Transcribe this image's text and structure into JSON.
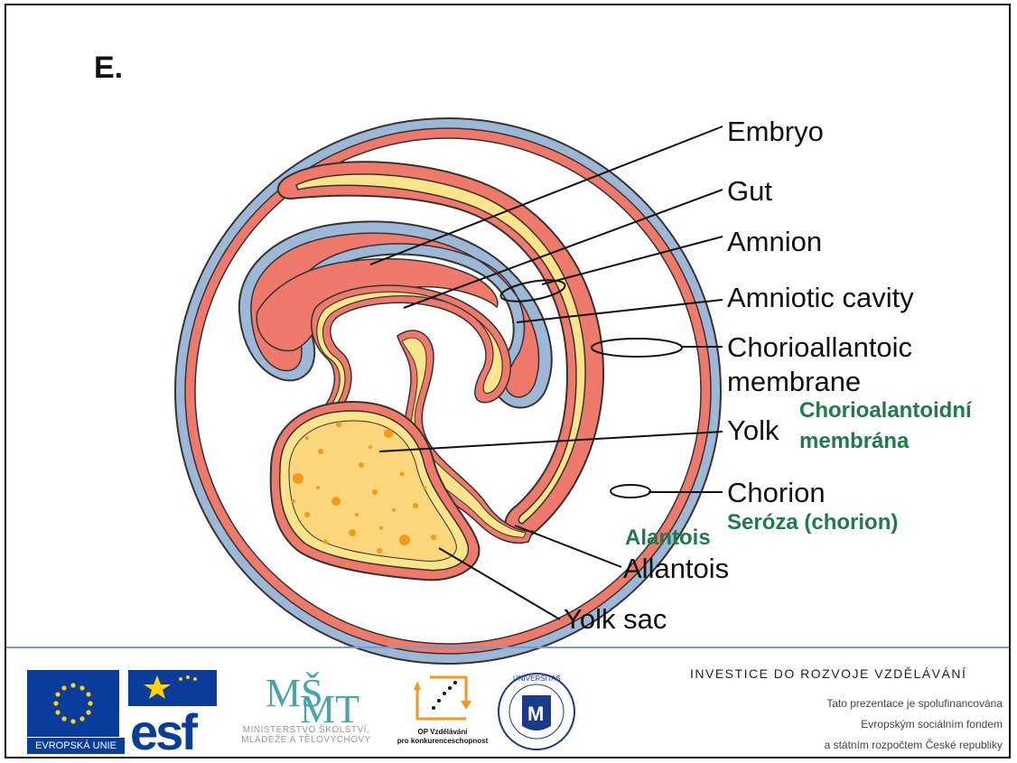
{
  "slide": {
    "letter": "E."
  },
  "labels": {
    "embryo": "Embryo",
    "gut": "Gut",
    "amnion": "Amnion",
    "amniotic_cavity": "Amniotic cavity",
    "chorioallantoic_1": "Chorioallantoic",
    "chorioallantoic_2": "membrane",
    "yolk": "Yolk",
    "chorion": "Chorion",
    "allantois": "Allantois",
    "yolk_sac": "Yolk sac"
  },
  "czech_labels": {
    "chorioalantoidni_1": "Chorioalantoidní",
    "chorioalantoidni_2": "membrána",
    "seroza": "Seróza (chorion)",
    "alantois": "Alantois"
  },
  "colors": {
    "chorion_blue": "#9db7d6",
    "membrane_salmon": "#ef7a6b",
    "yolk_yellow": "#fde38a",
    "yolk_dots": "#f39a1c",
    "czech_green": "#1f7a4d",
    "eu_blue": "#0a3d9b"
  },
  "footer": {
    "eu_label": "EVROPSKÁ UNIE",
    "msmt_line1": "MINISTERSTVO ŠKOLSTVÍ,",
    "msmt_line2": "MLÁDEŽE A TĚLOVÝCHOVY",
    "op_line1": "OP Vzdělávání",
    "op_line2": "pro konkurenceschopnost",
    "investice": "INVESTICE DO ROZVOJE VZDĚLÁVÁNÍ",
    "fin_line1": "Tato prezentace je spolufinancována",
    "fin_line2": "Evropským sociálním fondem",
    "fin_line3": "a státním rozpočtem České republiky"
  }
}
